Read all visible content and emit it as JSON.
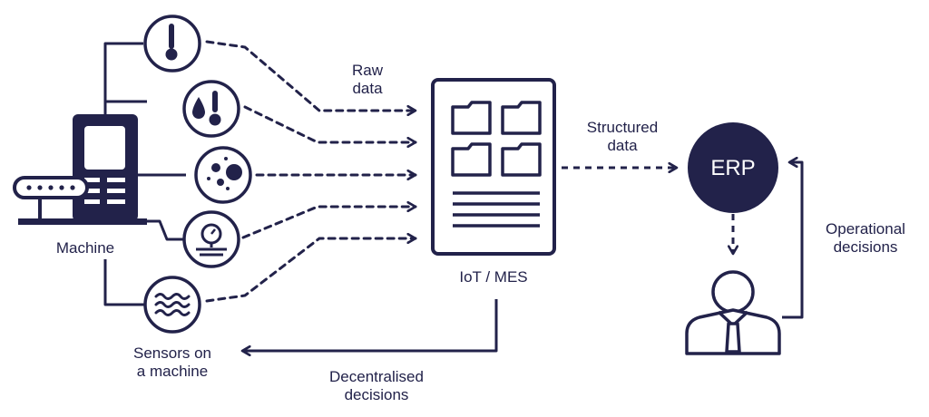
{
  "colors": {
    "ink": "#22224a",
    "background": "#ffffff"
  },
  "labels": {
    "machine": "Machine",
    "sensors": [
      "Sensors on",
      "a machine"
    ],
    "raw_data": [
      "Raw",
      "data"
    ],
    "structured_data": [
      "Structured",
      "data"
    ],
    "iot_mes": "IoT / MES",
    "erp": "ERP",
    "operational_decisions": [
      "Operational",
      "decisions"
    ],
    "decentralised_decisions": [
      "Decentralised",
      "decisions"
    ]
  },
  "sensor_icons": [
    "thermometer-icon",
    "humidity-thermometer-icon",
    "particles-icon",
    "pressure-gauge-icon",
    "waves-icon"
  ],
  "icons": {
    "machine": "machine-icon",
    "document": "document-folders-icon",
    "person": "person-icon"
  }
}
